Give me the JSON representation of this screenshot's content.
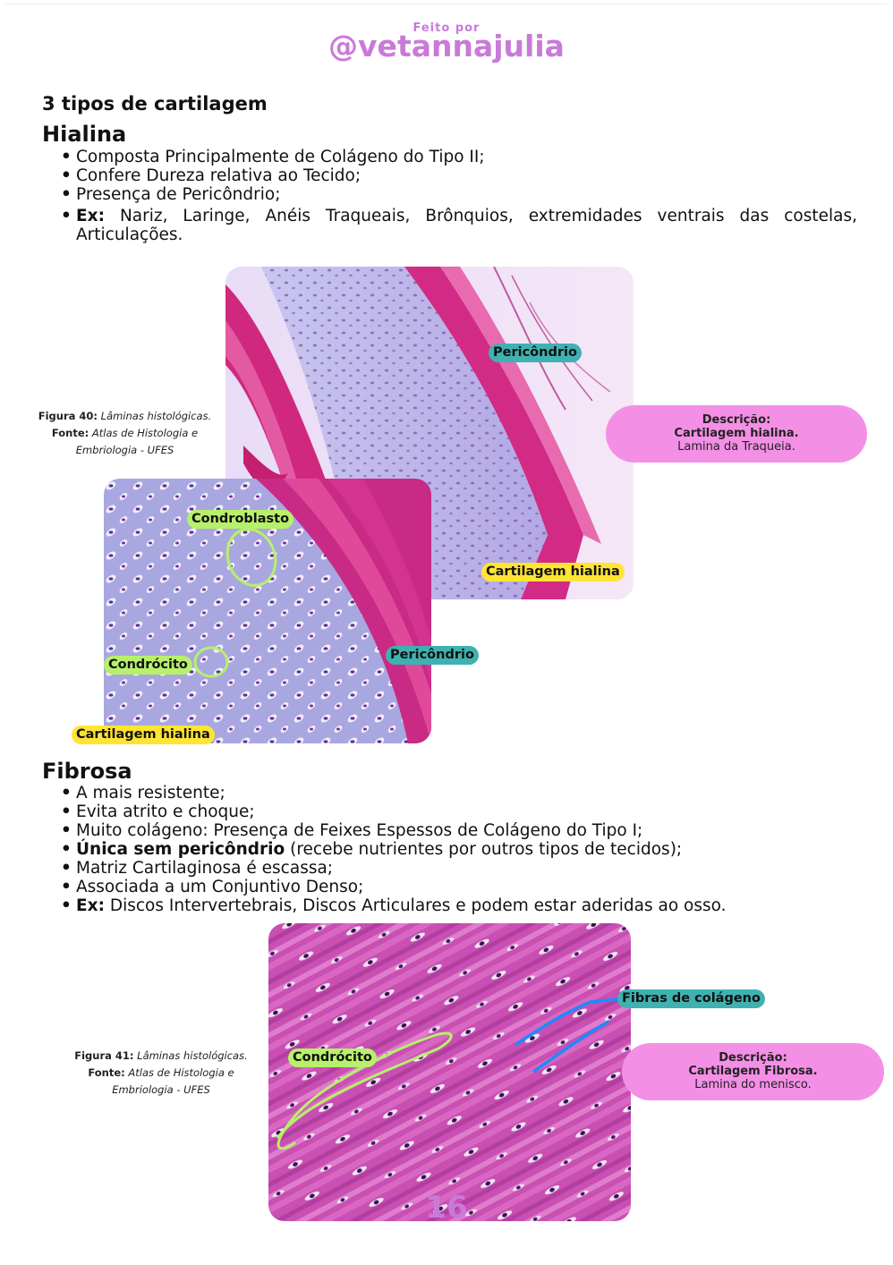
{
  "header": {
    "made_by": "Feito por",
    "handle": "@vetannajulia"
  },
  "section_title": "3 tipos de cartilagem",
  "hialina": {
    "title": "Hialina",
    "bullets": [
      "Composta Principalmente de Colágeno do Tipo II;",
      "Confere Dureza relativa ao Tecido;",
      "Presença de Pericôndrio;"
    ],
    "example_label": "Ex:",
    "example_text": " Nariz, Laringe, Anéis Traqueais, Brônquios, extremidades ventrais das costelas, Articulações.",
    "figure": {
      "caption_label": "Figura 40:",
      "caption_text": " Lâminas histológicas.",
      "source_label": "Fonte:",
      "source_text": " Atlas de Histologia e",
      "source_text2": "Embriologia - UFES"
    },
    "labels": {
      "pericondrio_top": "Pericôndrio",
      "cartilagem_top": "Cartilagem hialina",
      "condroblasto": "Condroblasto",
      "condrocito": "Condrócito",
      "pericondrio_bottom": "Pericôndrio",
      "cartilagem_bottom": "Cartilagem hialina"
    },
    "description": {
      "label": "Descrição:",
      "type": "Cartilagem hialina.",
      "detail": "Lamina da Traqueia."
    }
  },
  "fibrosa": {
    "title": "Fibrosa",
    "bullets": [
      "A mais resistente;",
      "Evita atrito e choque;",
      "Muito colágeno: Presença de Feixes Espessos de Colágeno do Tipo I;"
    ],
    "bold_item_label": "Única sem pericôndrio",
    "bold_item_text": " (recebe nutrientes por outros tipos de tecidos);",
    "bullets2": [
      "Matriz Cartilaginosa é escassa;",
      "Associada a um Conjuntivo Denso;"
    ],
    "example_label": "Ex:",
    "example_text": " Discos Intervertebrais, Discos Articulares e podem estar aderidas ao osso.",
    "figure": {
      "caption_label": "Figura 41:",
      "caption_text": " Lâminas histológicas.",
      "source_label": "Fonte:",
      "source_text": " Atlas de Histologia e",
      "source_text2": "Embriologia - UFES"
    },
    "labels": {
      "fibras": "Fibras de colágeno",
      "condrocito": "Condrócito"
    },
    "description": {
      "label": "Descrição:",
      "type": "Cartilagem Fibrosa.",
      "detail": "Lamina do menisco."
    }
  },
  "page_number": "16",
  "colors": {
    "accent": "#c97ad8",
    "teal_tag": "#3fb1b0",
    "green_tag": "#b7f06a",
    "yellow_tag": "#ffe433",
    "desc_bg": "#f48fe6"
  }
}
